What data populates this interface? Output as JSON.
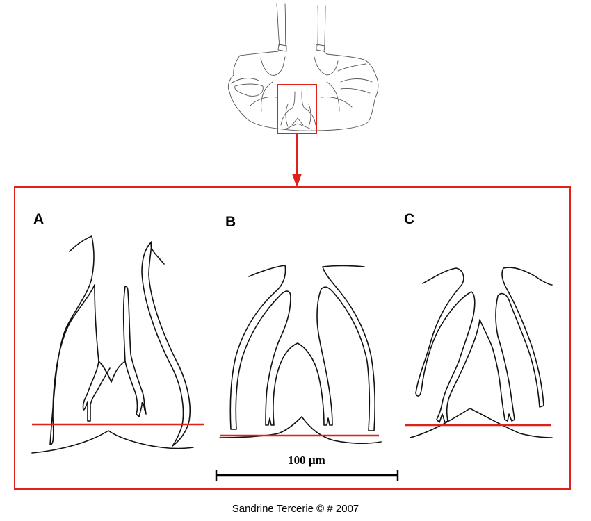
{
  "panels": [
    {
      "id": "A",
      "label": "A"
    },
    {
      "id": "B",
      "label": "B"
    },
    {
      "id": "C",
      "label": "C"
    }
  ],
  "scale_bar": {
    "label": "100 µm"
  },
  "credit": "Sandrine Tercerie © # 2007",
  "colors": {
    "highlight": "#e0201b",
    "ink": "#111111",
    "faint_ink": "#555555"
  }
}
